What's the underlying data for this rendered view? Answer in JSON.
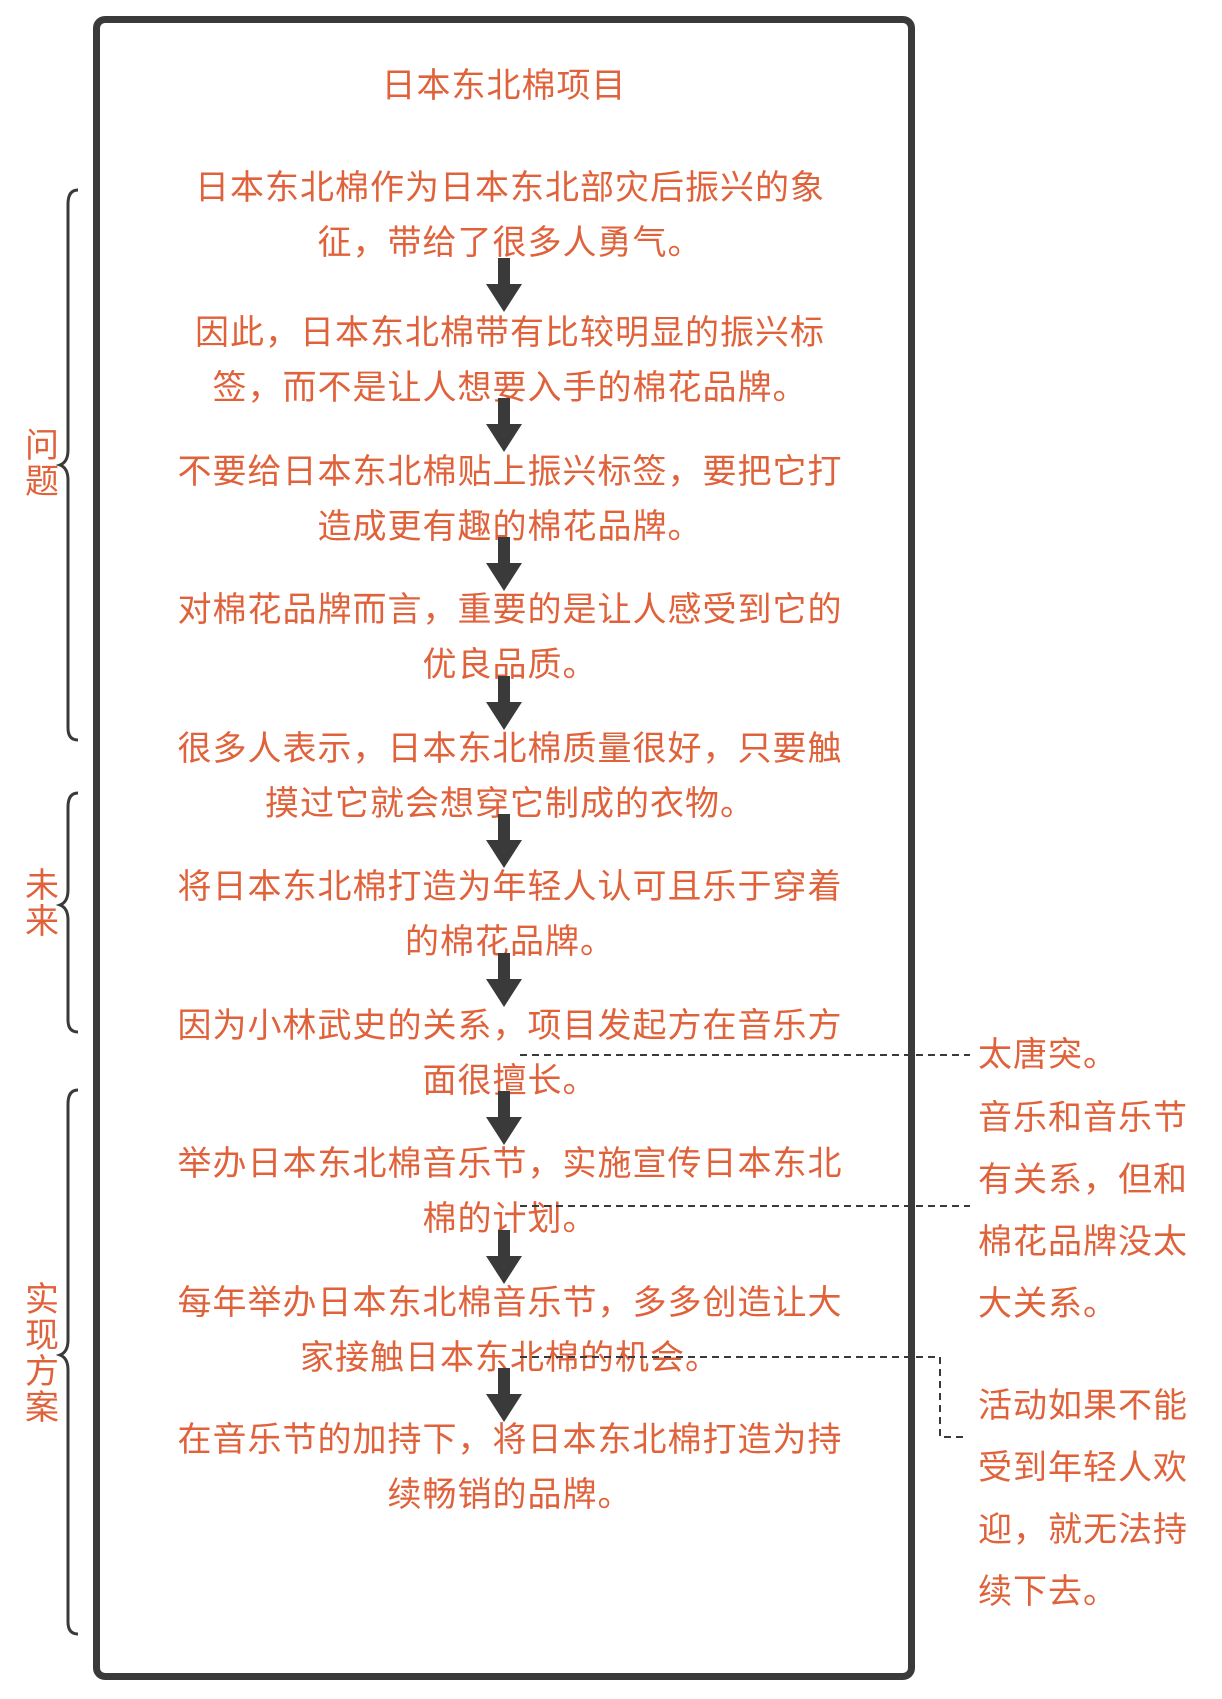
{
  "title": "日本东北棉项目",
  "steps": [
    {
      "line1": "日本东北棉作为日本东北部灾后振兴的象",
      "line2": "征，带给了很多人勇气。"
    },
    {
      "line1": "因此，日本东北棉带有比较明显的振兴标",
      "line2": "签，而不是让人想要入手的棉花品牌。"
    },
    {
      "line1": "不要给日本东北棉贴上振兴标签，要把它打",
      "line2": "造成更有趣的棉花品牌。"
    },
    {
      "line1": "对棉花品牌而言，重要的是让人感受到它的",
      "line2": "优良品质。"
    },
    {
      "line1": "很多人表示，日本东北棉质量很好，只要触",
      "line2": "摸过它就会想穿它制成的衣物。"
    },
    {
      "line1": "将日本东北棉打造为年轻人认可且乐于穿着",
      "line2": "的棉花品牌。"
    },
    {
      "line1": "因为小林武史的关系，项目发起方在音乐方",
      "line2": "面很擅长。"
    },
    {
      "line1": "举办日本东北棉音乐节，实施宣传日本东北",
      "line2": "棉的计划。"
    },
    {
      "line1": "每年举办日本东北棉音乐节，多多创造让大",
      "line2": "家接触日本东北棉的机会。"
    },
    {
      "line1": "在音乐节的加持下，将日本东北棉打造为持",
      "line2": "续畅销的品牌。"
    }
  ],
  "side_labels": {
    "problem": "问题",
    "future": "未来",
    "plan": "实现方案"
  },
  "notes": {
    "note1": [
      "太唐突。"
    ],
    "note2": [
      "音乐和音乐节",
      "有关系，但和",
      "棉花品牌没太",
      "大关系。"
    ],
    "note3": [
      "活动如果不能",
      "受到年轻人欢",
      "迎，就无法持",
      "续下去。"
    ]
  },
  "colors": {
    "text": "#e0623b",
    "frame": "#3a3a3a"
  }
}
